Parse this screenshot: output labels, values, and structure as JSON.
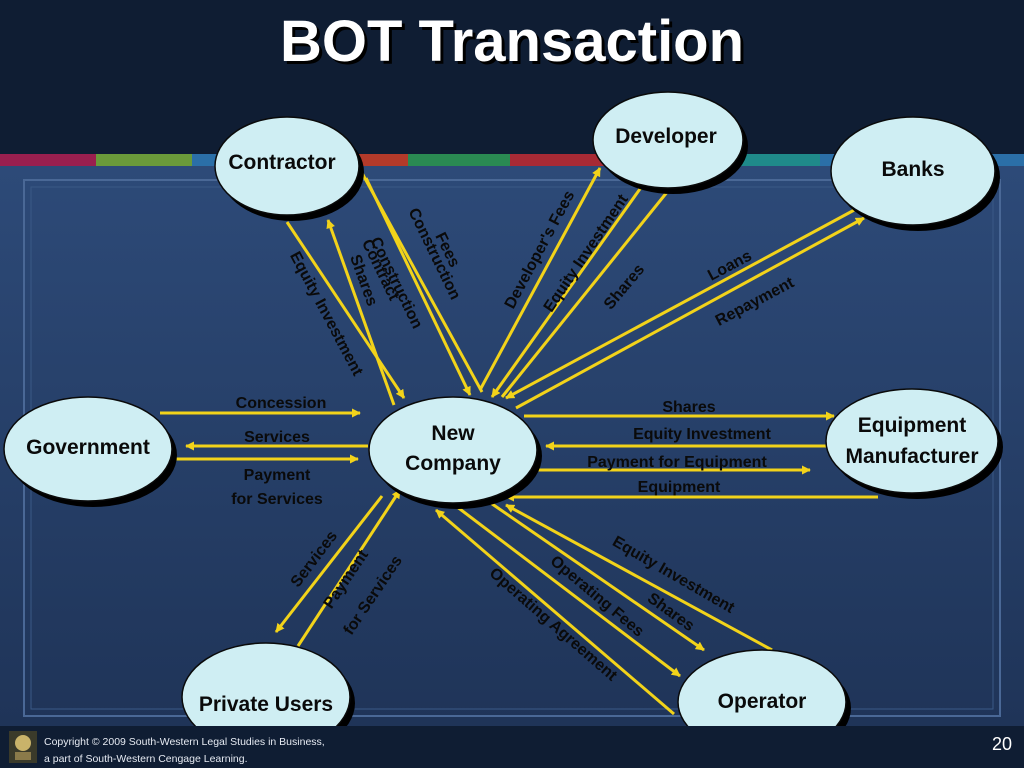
{
  "title": "BOT Transaction",
  "colors": {
    "header_bg": "#0f1d33",
    "body_bg": "#26406a",
    "arrow": "#f2d31a",
    "node_fill": "#cfeef3",
    "label_text": "#0a0a0a",
    "stripe": [
      "#9a1f4f",
      "#6a9a3a",
      "#2b6fa8",
      "#b33a2a",
      "#2a8a52",
      "#a82a35",
      "#2b8f80",
      "#1f8a8a"
    ]
  },
  "nodes": {
    "contractor": "Contractor",
    "developer": "Developer",
    "banks": "Banks",
    "government": "Government",
    "new_company": [
      "New",
      "Company"
    ],
    "equipment_manufacturer": [
      "Equipment",
      "Manufacturer"
    ],
    "private_users": "Private Users",
    "operator": "Operator"
  },
  "edges": {
    "equity_investment_contractor": "Equity Investment",
    "shares_contractor": "Shares",
    "construction_contract": [
      "Construction",
      "Contract"
    ],
    "construction_fees": [
      "Construction",
      "Fees"
    ],
    "developers_fees": "Developer's Fees",
    "equity_investment_developer": "Equity Investment",
    "shares_developer": "Shares",
    "loans": "Loans",
    "repayment": "Repayment",
    "concession": "Concession",
    "services_gov": "Services",
    "payment_for_services_gov": [
      "Payment",
      "for Services"
    ],
    "shares_equipment": "Shares",
    "equity_investment_equipment": "Equity Investment",
    "payment_for_equipment": "Payment for Equipment",
    "equipment": "Equipment",
    "services_users": "Services",
    "payment_for_services_users": [
      "Payment",
      "for Services"
    ],
    "operating_agreement": "Operating Agreement",
    "operating_fees": "Operating Fees",
    "shares_operator": "Shares",
    "equity_investment_operator": "Equity Investment"
  },
  "footer": {
    "copyright_line1": "Copyright © 2009 South-Western Legal Studies in Business,",
    "copyright_line2": "a part of South-Western Cengage Learning.",
    "page_number": "20"
  }
}
